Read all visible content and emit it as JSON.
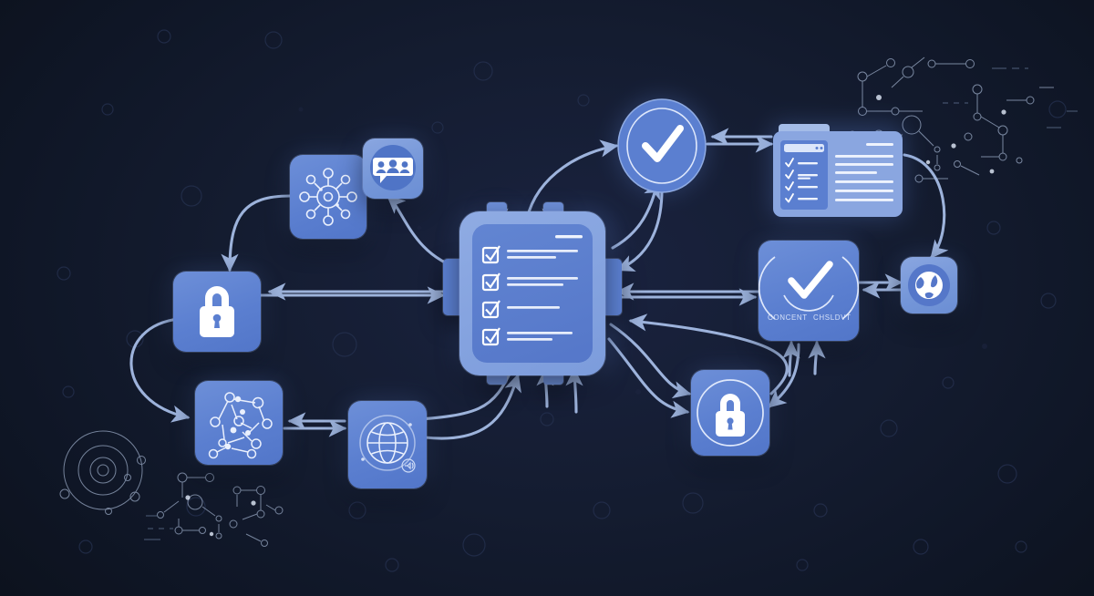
{
  "diagram": {
    "title": "Consent and data governance flow diagram",
    "background_color": "#0f1626",
    "node_fill": "#5b7fd0",
    "node_fill_light": "#7a9ade",
    "edge_color": "#a9c0ea",
    "icon_color": "#ffffff"
  },
  "nodes": [
    {
      "id": "hub-network",
      "name": "hub-network-node",
      "icon": "hub-spoke-network-icon",
      "label": ""
    },
    {
      "id": "people-chat",
      "name": "people-chat-node",
      "icon": "people-speech-bubble-icon",
      "label": ""
    },
    {
      "id": "check-badge",
      "name": "verification-badge-node",
      "icon": "check-circle-icon",
      "label": ""
    },
    {
      "id": "document-window",
      "name": "document-window-node",
      "icon": "checklist-document-icon",
      "label": ""
    },
    {
      "id": "padlock-left",
      "name": "security-lock-node",
      "icon": "padlock-icon",
      "label": ""
    },
    {
      "id": "checklist-core",
      "name": "central-checklist-node",
      "icon": "clipboard-checklist-icon",
      "label": ""
    },
    {
      "id": "consent-check",
      "name": "consent-checklist-node",
      "icon": "check-arc-icon",
      "label_left": "CONCENT",
      "label_right": "CHSLDVT"
    },
    {
      "id": "globe-right",
      "name": "globe-filled-node",
      "icon": "earth-globe-icon",
      "label": ""
    },
    {
      "id": "padlock-circle",
      "name": "encryption-lock-node",
      "icon": "padlock-in-circle-icon",
      "label": ""
    },
    {
      "id": "graph-nodes",
      "name": "data-graph-node",
      "icon": "node-graph-icon",
      "label": ""
    },
    {
      "id": "globe-wire",
      "name": "global-reach-node",
      "icon": "wireframe-globe-icon",
      "label": ""
    }
  ],
  "central_card": {
    "name": "clipboard-checklist-card",
    "checked_items": 4,
    "header_line": true,
    "rows": [
      2,
      2,
      1,
      2
    ]
  },
  "document_window": {
    "name": "checklist-document-window",
    "sidebar_checks": 4,
    "body_lines": 6,
    "has_tab": true,
    "has_titlebar_dots": true
  },
  "consent_node": {
    "label_left": "CONCENT",
    "label_right": "CHSLDVT"
  },
  "edges_count": 22,
  "decor": {
    "orbit_diagram": "atom-orbit-decoration",
    "circuit_traces": "circuit-trace-decoration",
    "bokeh_circles": "bokeh-circle-decoration"
  }
}
